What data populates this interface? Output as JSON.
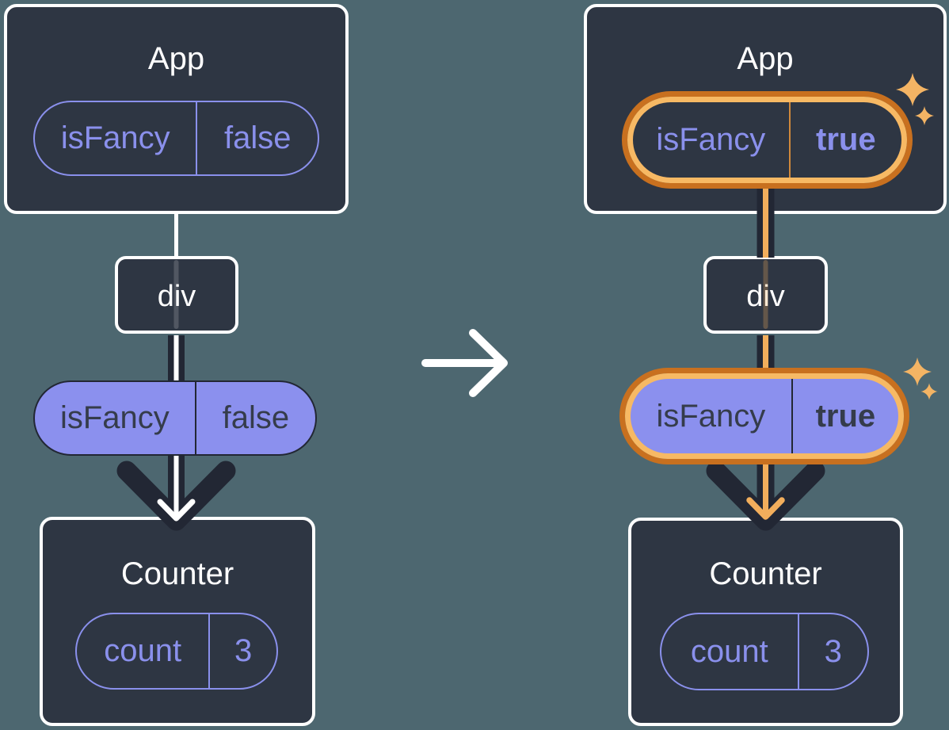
{
  "colors": {
    "background": "#4D6770",
    "box_fill": "#2E3643",
    "box_border": "#FFFFFF",
    "accent_purple": "#8A90EC",
    "pill_fill_purple": "#8B90EE",
    "pill_text_dark": "#353C4B",
    "dark_arrow": "#222734",
    "white_arrow": "#FFFFFF",
    "highlight_ring_outer": "#C8701F",
    "highlight_ring_inner": "#F7B964",
    "highlight_line_orange": "#F2AE5C",
    "sparkle_orange": "#F4B464"
  },
  "icons": {
    "sparkle": "four-point-star",
    "transition_arrow": "right-arrow",
    "flow_arrow": "down-arrow"
  },
  "left": {
    "app": {
      "title": "App",
      "prop_name": "isFancy",
      "prop_value": "false"
    },
    "middle": {
      "label": "div"
    },
    "passed_prop": {
      "name": "isFancy",
      "value": "false"
    },
    "counter": {
      "title": "Counter",
      "state_name": "count",
      "state_value": "3"
    }
  },
  "right": {
    "app": {
      "title": "App",
      "prop_name": "isFancy",
      "prop_value": "true"
    },
    "middle": {
      "label": "div"
    },
    "passed_prop": {
      "name": "isFancy",
      "value": "true"
    },
    "counter": {
      "title": "Counter",
      "state_name": "count",
      "state_value": "3"
    }
  }
}
